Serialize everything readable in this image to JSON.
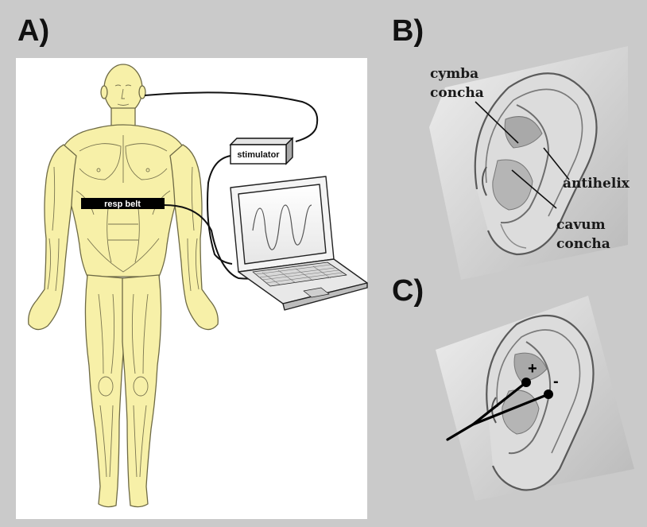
{
  "panels": {
    "a": {
      "letter": "A)"
    },
    "b": {
      "letter": "B)"
    },
    "c": {
      "letter": "C)"
    }
  },
  "devices": {
    "stimulator_label": "stimulator",
    "belt_label": "resp belt"
  },
  "ear_labels": {
    "cymba_line1": "cymba",
    "cymba_line2": "concha",
    "antihelix": "antihelix",
    "cavum_line1": "cavum",
    "cavum_line2": "concha"
  },
  "electrode_signs": {
    "positive": "+",
    "negative": "-"
  },
  "colors": {
    "background": "#cacaca",
    "body_fill": "#f7f0a8",
    "body_stroke": "#6e6a45",
    "ear_skin": "#d6d6d6"
  }
}
